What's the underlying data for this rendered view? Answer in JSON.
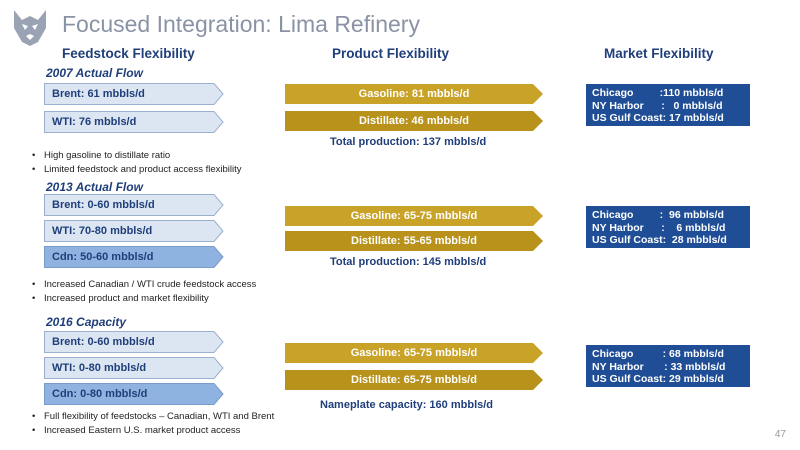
{
  "title": "Focused Integration: Lima Refinery",
  "columns": {
    "feedstock": "Feedstock Flexibility",
    "product": "Product Flexibility",
    "market": "Market Flexibility"
  },
  "sections": [
    {
      "heading": "2007 Actual  Flow",
      "feedstocks": [
        "Brent:   61 mbbls/d",
        "WTI:     76 mbbls/d"
      ],
      "products": [
        "Gasoline: 81 mbbls/d",
        "Distillate: 46 mbbls/d"
      ],
      "total": "Total production: 137 mbbls/d",
      "market": "Chicago         :110 mbbls/d\nNY Harbor      :   0 mbbls/d\nUS Gulf Coast: 17 mbbls/d",
      "bullets": [
        "High gasoline to distillate ratio",
        "Limited feedstock and product access flexibility"
      ]
    },
    {
      "heading": "2013 Actual Flow",
      "feedstocks": [
        "Brent:    0-60 mbbls/d",
        "WTI:     70-80 mbbls/d",
        "Cdn:     50-60 mbbls/d"
      ],
      "products": [
        "Gasoline: 65-75 mbbls/d",
        "Distillate: 55-65 mbbls/d"
      ],
      "total": "Total production: 145 mbbls/d",
      "market": "Chicago         :  96 mbbls/d\nNY Harbor      :    6 mbbls/d\nUS Gulf Coast:  28 mbbls/d",
      "bullets": [
        "Increased Canadian / WTI crude feedstock access",
        "Increased product and market flexibility"
      ]
    },
    {
      "heading": "2016 Capacity",
      "feedstocks": [
        "Brent:   0-60 mbbls/d",
        "WTI:     0-80 mbbls/d",
        "Cdn:     0-80 mbbls/d"
      ],
      "products": [
        "Gasoline: 65-75 mbbls/d",
        "Distillate: 65-75 mbbls/d"
      ],
      "total": "Nameplate capacity: 160 mbbls/d",
      "market": "Chicago          : 68 mbbls/d\nNY Harbor       : 33 mbbls/d\nUS Gulf Coast: 29 mbbls/d",
      "bullets": [
        "Full flexibility of feedstocks – Canadian, WTI and Brent",
        "Increased Eastern U.S. market product access"
      ]
    }
  ],
  "page_number": "47",
  "colors": {
    "title": "#8a93a6",
    "navy": "#1f3e7a",
    "gold": "#c9a228",
    "market_blue": "#1f4e96",
    "light_arrow": "#dce6f2",
    "cdn_arrow": "#8fb3e0"
  },
  "icons": {
    "logo": "husky-logo-icon"
  }
}
